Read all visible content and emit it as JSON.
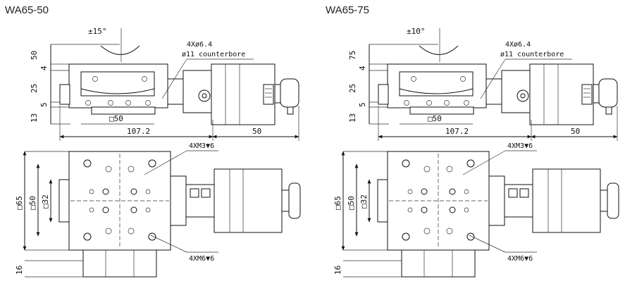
{
  "left": {
    "title": "WA65-50",
    "angle": "±15°",
    "hole_note": "4Xø6.4",
    "cb_note": "ø11 counterbore",
    "dim_50": "50",
    "dim_4": "4",
    "dim_25": "25",
    "dim_5": "5",
    "dim_13": "13",
    "sq50_top": "□50",
    "dim_1072": "107.2",
    "dim_motor": "50",
    "tap_m3": "4XM3▼6",
    "tap_m6": "4XM6▼6",
    "sq65": "□65",
    "sq50_side": "□50",
    "sq32": "□32",
    "dim_16": "16"
  },
  "right": {
    "title": "WA65-75",
    "angle": "±10°",
    "hole_note": "4Xø6.4",
    "cb_note": "ø11 counterbore",
    "dim_75": "75",
    "dim_4": "4",
    "dim_25": "25",
    "dim_5": "5",
    "dim_13": "13",
    "sq50_top": "□50",
    "dim_1072": "107.2",
    "dim_motor": "50",
    "tap_m3": "4XM3▼6",
    "tap_m6": "4XM6▼6",
    "sq65": "□65",
    "sq50_side": "□50",
    "sq32": "□32",
    "dim_16": "16"
  }
}
